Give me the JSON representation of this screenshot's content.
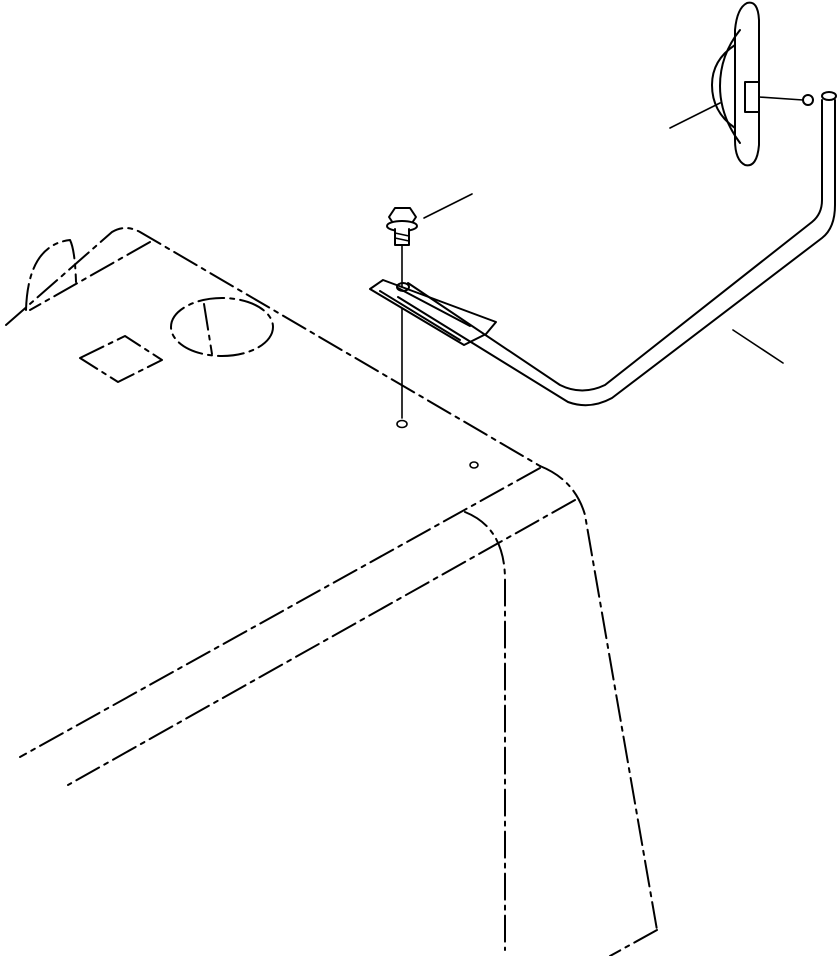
{
  "figure": {
    "type": "exploded parts illustration",
    "labels": [],
    "parts": [
      "mirror",
      "mirror-stay",
      "bolt",
      "mounting-hole",
      "cab-roof-outline"
    ]
  }
}
